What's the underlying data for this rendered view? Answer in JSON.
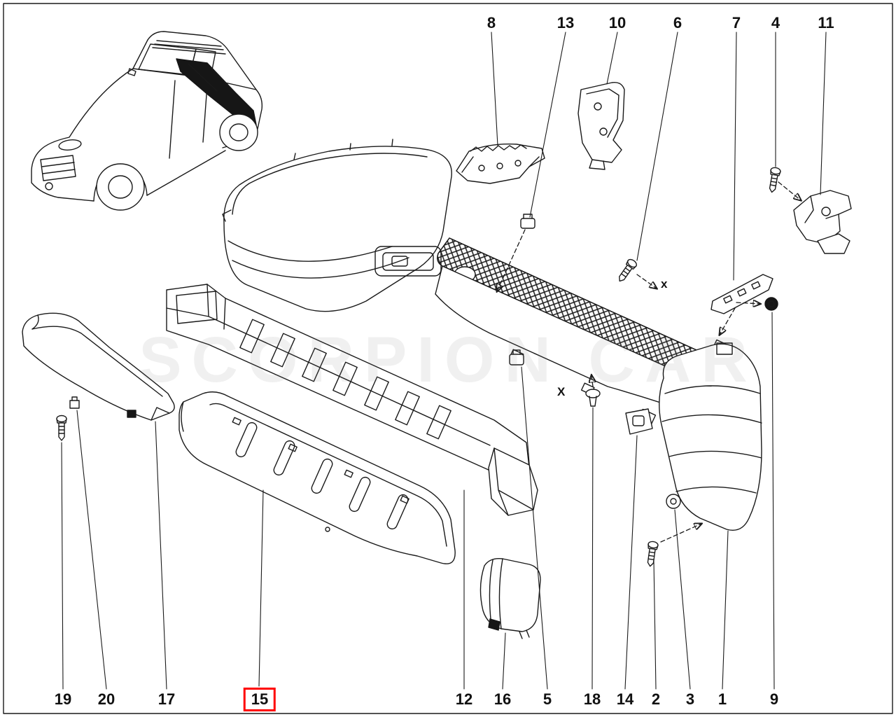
{
  "colors": {
    "background": "#ffffff",
    "line": "#1a1a1a",
    "highlight_box": "#ff0000",
    "watermark": "#777777"
  },
  "callouts": {
    "top": [
      {
        "label": "8"
      },
      {
        "label": "13"
      },
      {
        "label": "10"
      },
      {
        "label": "6"
      },
      {
        "label": "7"
      },
      {
        "label": "4"
      },
      {
        "label": "11"
      }
    ],
    "bottom": [
      {
        "label": "19"
      },
      {
        "label": "20"
      },
      {
        "label": "17"
      },
      {
        "label": "15",
        "highlighted": true
      },
      {
        "label": "12"
      },
      {
        "label": "16"
      },
      {
        "label": "5"
      },
      {
        "label": "18"
      },
      {
        "label": "14"
      },
      {
        "label": "2"
      },
      {
        "label": "3"
      },
      {
        "label": "1"
      },
      {
        "label": "9"
      }
    ]
  },
  "annotations": {
    "x_mark_near_part6": "x",
    "x_mark_near_part18": "X"
  },
  "watermark": {
    "text": "SCORPION CAR"
  }
}
